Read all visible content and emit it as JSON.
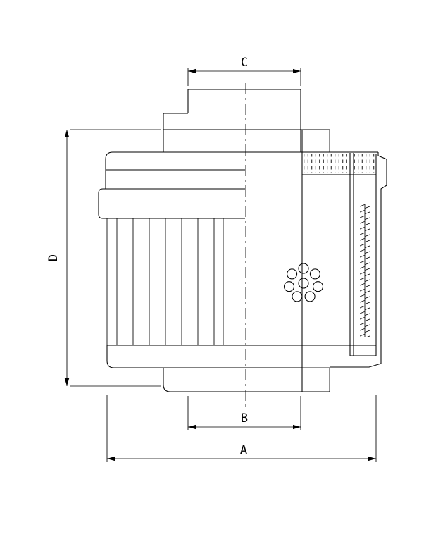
{
  "colors": {
    "line": "#000000",
    "background": "#ffffff"
  },
  "drawing": {
    "dimensions": {
      "a": "A",
      "b": "B",
      "c": "C",
      "d": "D"
    }
  }
}
